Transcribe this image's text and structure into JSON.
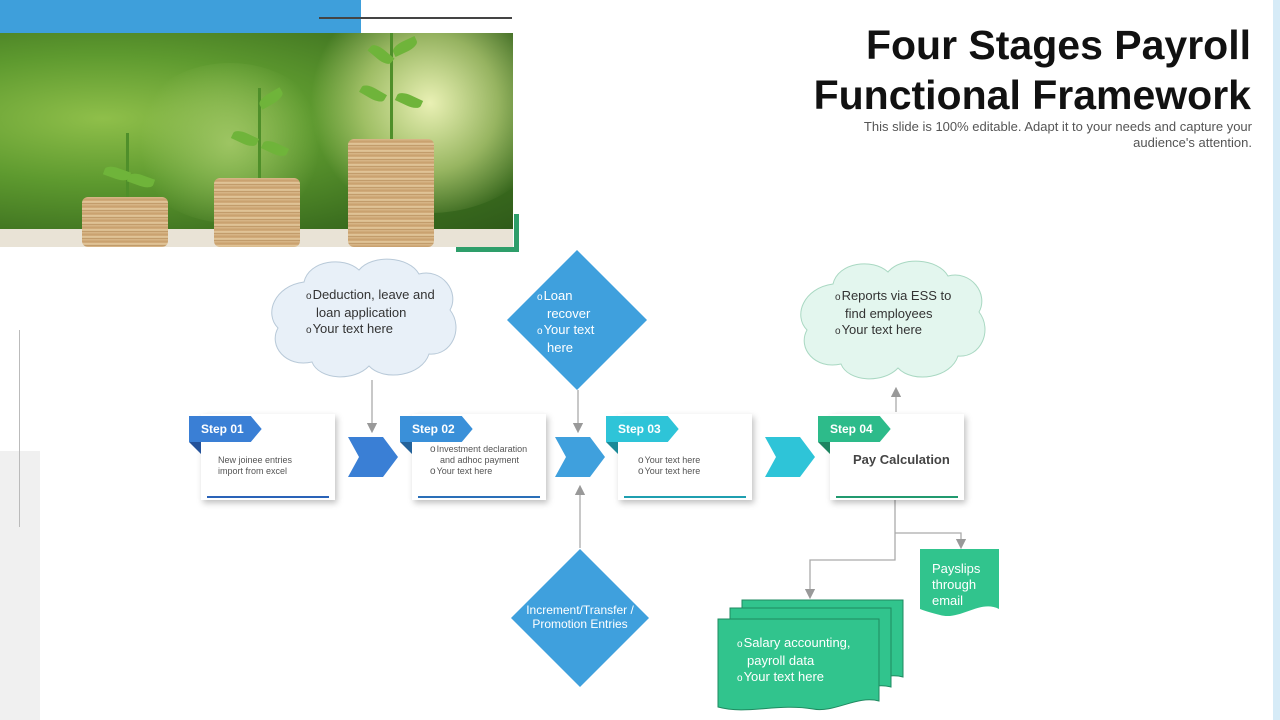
{
  "title": "Four Stages Payroll Functional Framework",
  "subtitle": "This slide is 100% editable. Adapt it to your needs and capture your audience's attention.",
  "clouds": {
    "step1": [
      "Deduction, leave and loan application",
      "Your text here"
    ],
    "step4": [
      "Reports via ESS to find employees",
      "Your text here"
    ]
  },
  "diamonds": {
    "top": [
      "Loan recover",
      "Your text here"
    ],
    "bottom": "Increment/Transfer / Promotion Entries"
  },
  "steps": [
    {
      "tab": "Step 01",
      "text": "New joinee entries import from excel",
      "color": "#3a7fd5"
    },
    {
      "tab": "Step 02",
      "bullets": [
        "Investment declaration and adhoc payment",
        "Your text here"
      ],
      "color": "#3a90d9"
    },
    {
      "tab": "Step 03",
      "bullets": [
        "Your text here",
        "Your text here"
      ],
      "color": "#2ec4d8"
    },
    {
      "tab": "Step 04",
      "text": "Pay Calculation",
      "color": "#2dbb8a"
    }
  ],
  "outputs": {
    "payslips": "Payslips through email",
    "salary": [
      "Salary accounting, payroll data",
      "Your text here"
    ]
  },
  "colors": {
    "blue": "#3e9fdb",
    "diamond": "#3fa0dd",
    "green": "#31c48d",
    "cloud_blue": "#e8f0f8",
    "cloud_green": "#e3f6ee"
  }
}
